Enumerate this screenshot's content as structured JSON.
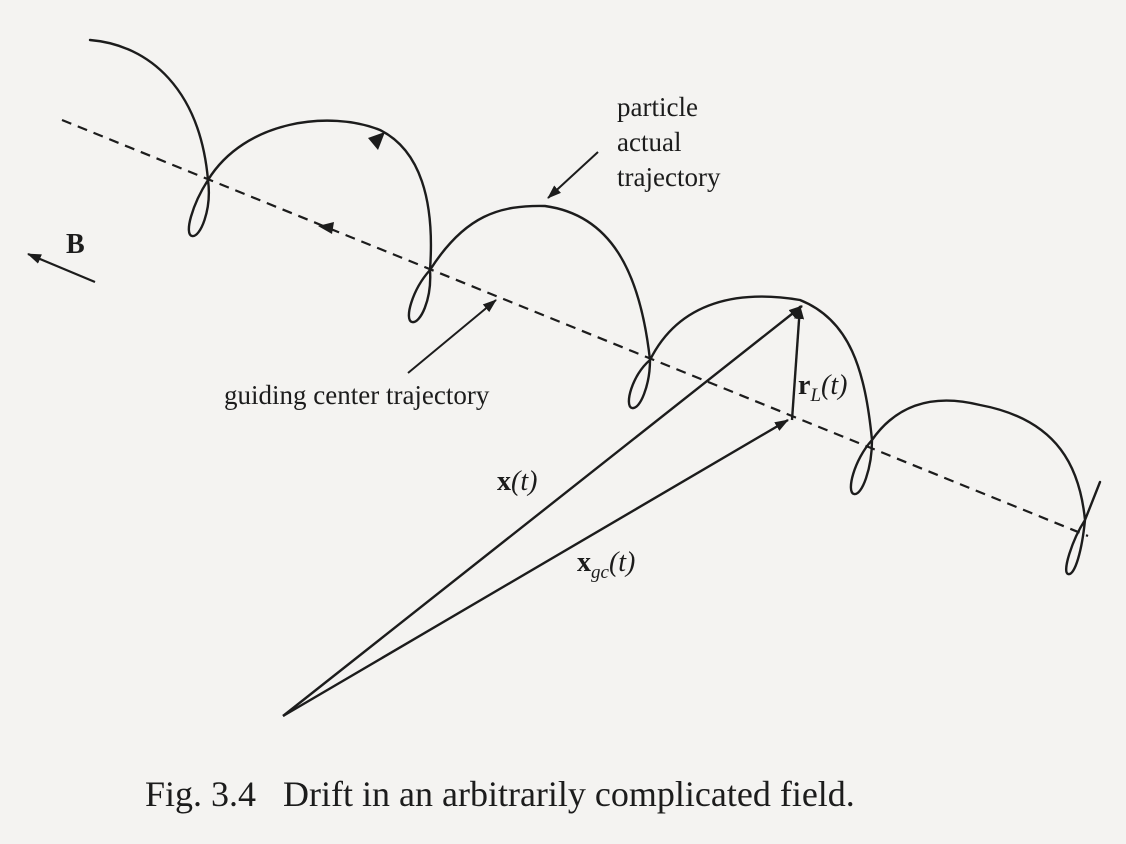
{
  "figure": {
    "field_label": "B",
    "particle_label": [
      "particle",
      "actual",
      "trajectory"
    ],
    "guiding_center_label": "guiding center trajectory",
    "position_label": {
      "main": "x",
      "arg": "(t)"
    },
    "guiding_center_vector_label": {
      "main": "x",
      "sub": "gc",
      "arg": "(t)"
    },
    "larmor_label": {
      "main": "r",
      "sub": "L",
      "arg": "(t)"
    },
    "caption": "Fig. 3.4   Drift in an arbitrarily complicated field."
  },
  "colors": {
    "ink": "#1c1c1c",
    "paper": "#f4f3f1"
  }
}
